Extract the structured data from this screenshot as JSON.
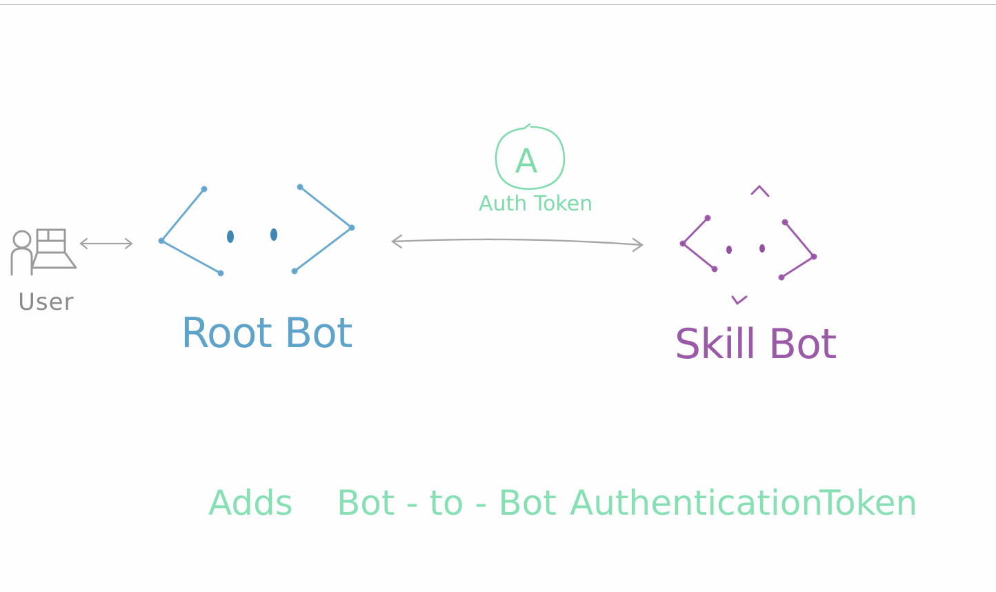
{
  "nodes": {
    "user": {
      "label": "User"
    },
    "root_bot": {
      "label": "Root Bot"
    },
    "skill_bot": {
      "label": "Skill Bot"
    },
    "auth_token": {
      "letter": "A",
      "label": "Auth Token"
    }
  },
  "caption": {
    "words": [
      "Adds",
      "Bot - to - Bot",
      "Authentication",
      "Token"
    ]
  },
  "colors": {
    "user": "#8a8a8a",
    "root_bot": "#5ea3c9",
    "skill_bot": "#9a5aa8",
    "auth_token": "#7fdcaa",
    "arrow": "#a0a0a0"
  }
}
